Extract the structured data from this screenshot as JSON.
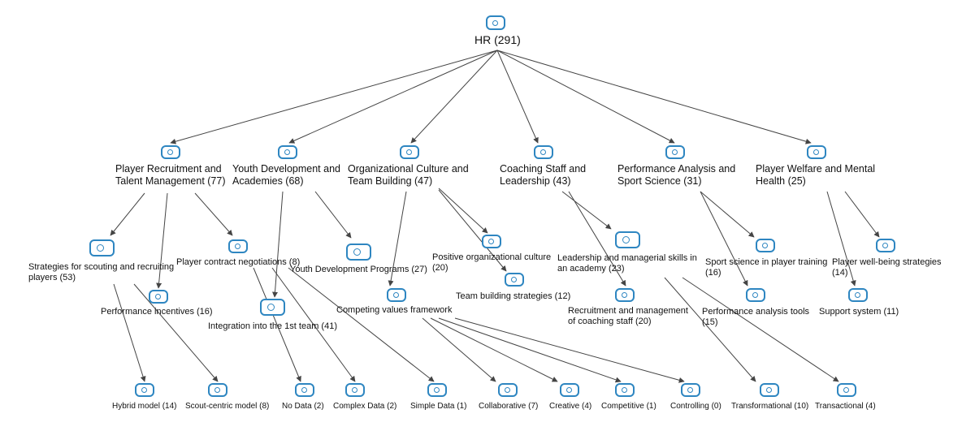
{
  "root": {
    "label": "HR (291)"
  },
  "categories": [
    {
      "label": "Player Recruitment and\nTalent Management (77)"
    },
    {
      "label": "Youth Development and\nAcademies (68)"
    },
    {
      "label": "Organizational Culture and\nTeam Building (47)"
    },
    {
      "label": "Coaching Staff and\nLeadership (43)"
    },
    {
      "label": "Performance Analysis and\nSport Science (31)"
    },
    {
      "label": "Player Welfare and Mental\nHealth (25)"
    }
  ],
  "subtopics": [
    {
      "label": "Strategies for scouting and recruiting\nplayers (53)"
    },
    {
      "label": "Player contract negotiations (8)"
    },
    {
      "label": "Performance incentives (16)"
    },
    {
      "label": "Integration into the 1st team (41)"
    },
    {
      "label": "Youth Development Programs (27)"
    },
    {
      "label": "Positive organizational culture\n(20)"
    },
    {
      "label": "Team building strategies (12)"
    },
    {
      "label": "Competing values framework"
    },
    {
      "label": "Leadership and managerial skills in\nan academy (23)"
    },
    {
      "label": "Recruitment and management\nof coaching staff (20)"
    },
    {
      "label": "Sport science in player training\n(16)"
    },
    {
      "label": "Performance analysis tools\n(15)"
    },
    {
      "label": "Player well-being strategies\n(14)"
    },
    {
      "label": "Support system (11)"
    }
  ],
  "leaves": [
    {
      "label": "Hybrid model (14)"
    },
    {
      "label": "Scout-centric model (8)"
    },
    {
      "label": "No Data (2)"
    },
    {
      "label": "Complex Data (2)"
    },
    {
      "label": "Simple Data (1)"
    },
    {
      "label": "Collaborative (7)"
    },
    {
      "label": "Creative (4)"
    },
    {
      "label": "Competitive (1)"
    },
    {
      "label": "Controlling (0)"
    },
    {
      "label": "Transformational (10)"
    },
    {
      "label": "Transactional (4)"
    }
  ],
  "colors": {
    "node_border": "#2e86c1",
    "edge": "#444444",
    "text": "#111111"
  },
  "icon_name": "node-toggle-icon"
}
